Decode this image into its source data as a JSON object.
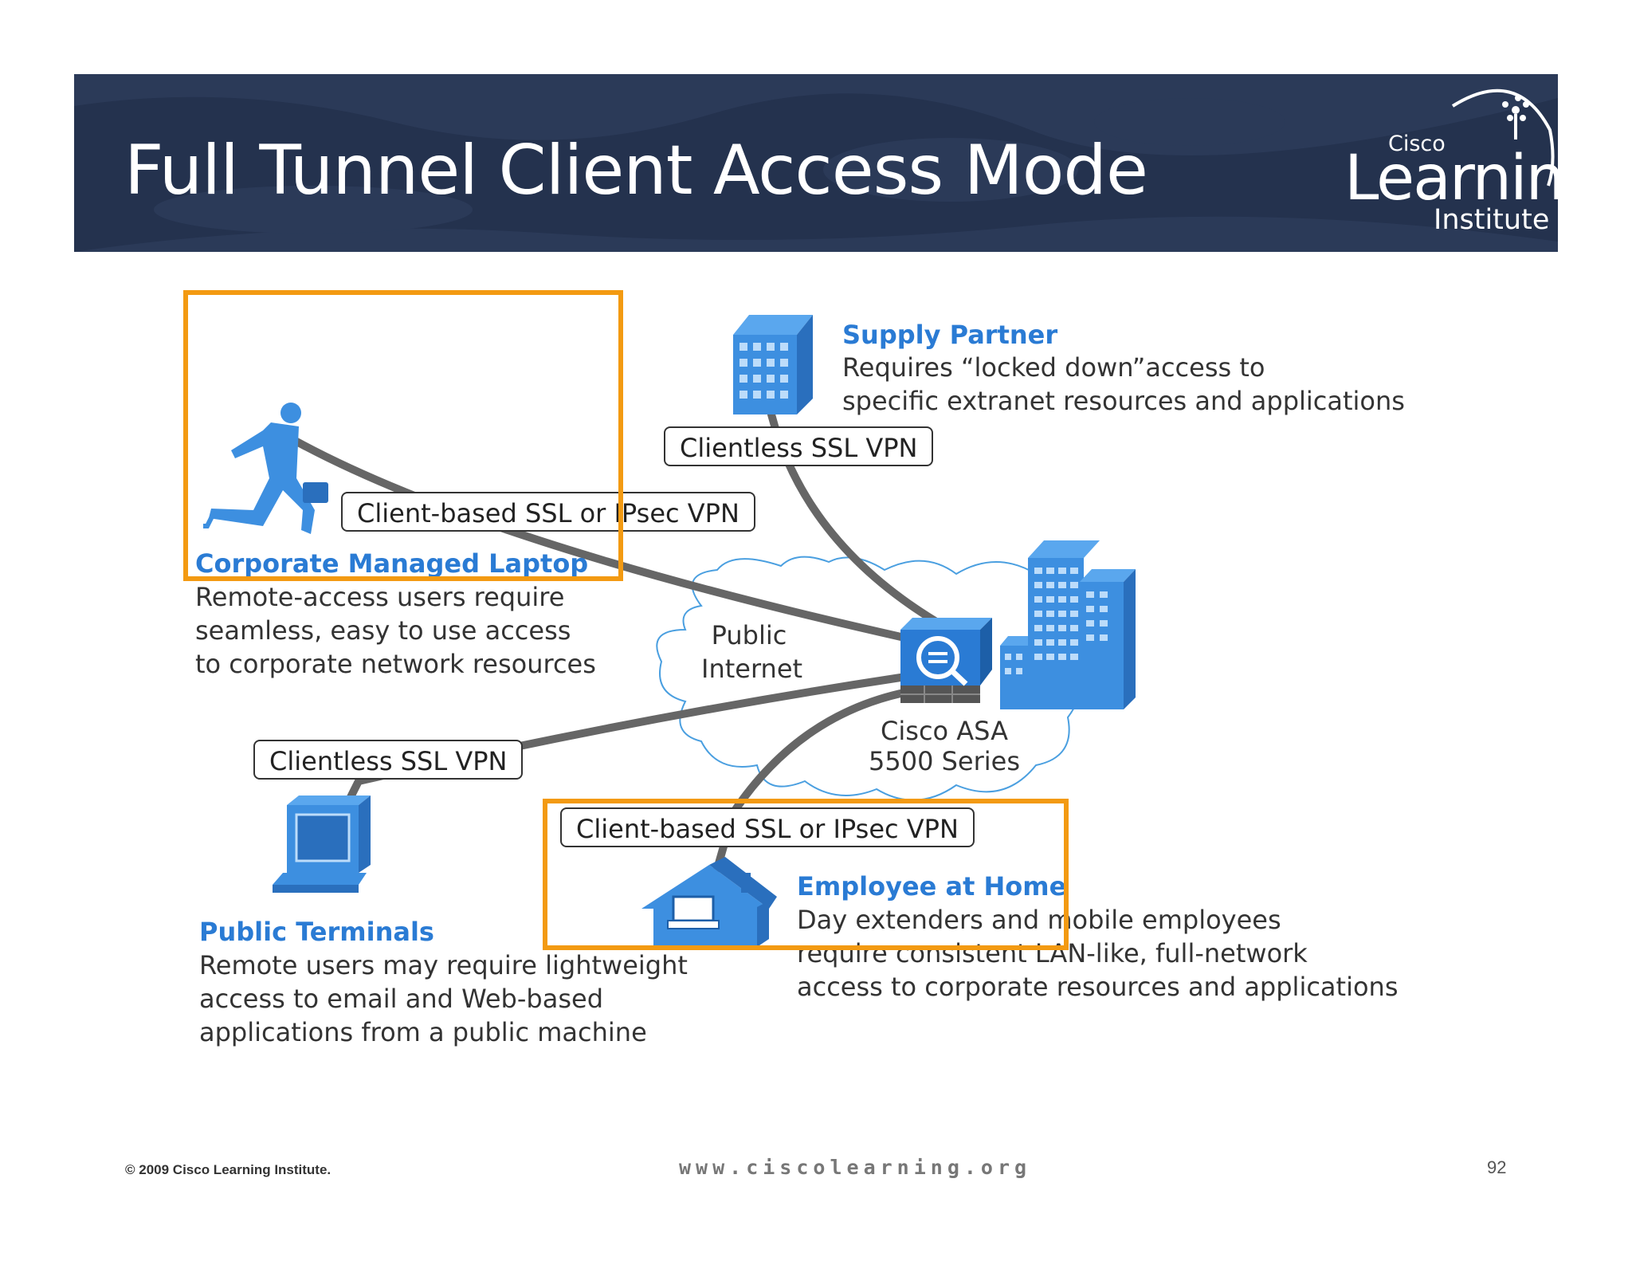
{
  "slide": {
    "title": "Full Tunnel Client Access Mode"
  },
  "logo": {
    "cisco": "Cisco",
    "learning": "Learning",
    "institute": "Institute"
  },
  "nodes": {
    "supply_partner": {
      "heading": "Supply Partner",
      "lines": [
        "Requires “locked down”access to",
        "specific extranet resources and applications"
      ]
    },
    "corporate_laptop": {
      "heading": "Corporate Managed Laptop",
      "lines": [
        "Remote-access users require",
        "seamless, easy to use access",
        "to corporate network resources"
      ]
    },
    "public_terminals": {
      "heading": "Public Terminals",
      "lines": [
        "Remote users may require lightweight",
        "access to email and Web-based",
        "applications from a public machine"
      ]
    },
    "employee_home": {
      "heading": "Employee at Home",
      "lines": [
        "Day extenders and mobile employees",
        "require consistent LAN-like, full-network",
        "access to corporate resources and applications"
      ]
    },
    "asa": {
      "lines": [
        "Cisco ASA",
        "5500 Series"
      ]
    },
    "cloud": {
      "lines": [
        "Public",
        "Internet"
      ]
    }
  },
  "connections": {
    "supply_partner": "Clientless SSL VPN",
    "corporate_laptop": "Client-based SSL or IPsec VPN",
    "public_terminals": "Clientless SSL VPN",
    "employee_home": "Client-based SSL or IPsec VPN"
  },
  "colors": {
    "header": "#24324e",
    "accent_blue": "#2a7bd4",
    "highlight": "#f39a12",
    "icon_blue": "#3d8fe0"
  },
  "footer": {
    "copyright": "© 2009 Cisco Learning Institute.",
    "url": "www.ciscolearning.org",
    "page": "92"
  }
}
